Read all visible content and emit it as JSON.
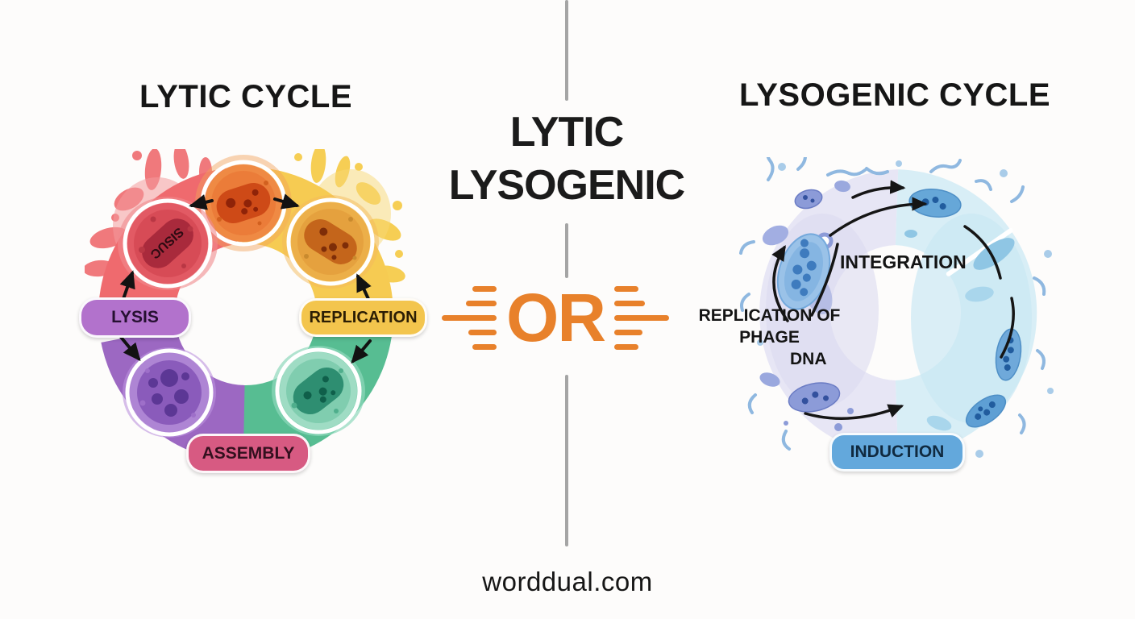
{
  "left_panel": {
    "title": "LYTIC CYCLE",
    "stage_labels": {
      "lysis": "LYSIS",
      "replication": "REPLICATION",
      "assembly": "ASSEMBLY"
    },
    "red_cell_text": "SISUC"
  },
  "center": {
    "heading_line1": "LYTIC",
    "heading_line2": "LYSOGENIC",
    "or_text": "OR"
  },
  "right_panel": {
    "title": "LYSOGENIC CYCLE",
    "stage_labels": {
      "integration": "INTEGRATION",
      "replication_line1": "REPLICATION OF",
      "replication_line2": "PHAGE",
      "replication_line3": "DNA",
      "induction": "INDUCTION"
    }
  },
  "footer": {
    "watermark": "worddual.com"
  },
  "colors": {
    "accent_or": "#e8812b",
    "divider": "#a5a5a5",
    "lytic_red": "#ef6a6e",
    "lytic_yellow": "#f6cb52",
    "lytic_green": "#57bd92",
    "lytic_purple": "#9c68c2",
    "pill_lysis": "#b272cc",
    "pill_replication": "#f3c54d",
    "pill_assembly": "#d75a82",
    "pill_induction": "#63a8dc",
    "lysogenic_lavender": "#e7e6f5",
    "lysogenic_cyan": "#d8eef6"
  }
}
